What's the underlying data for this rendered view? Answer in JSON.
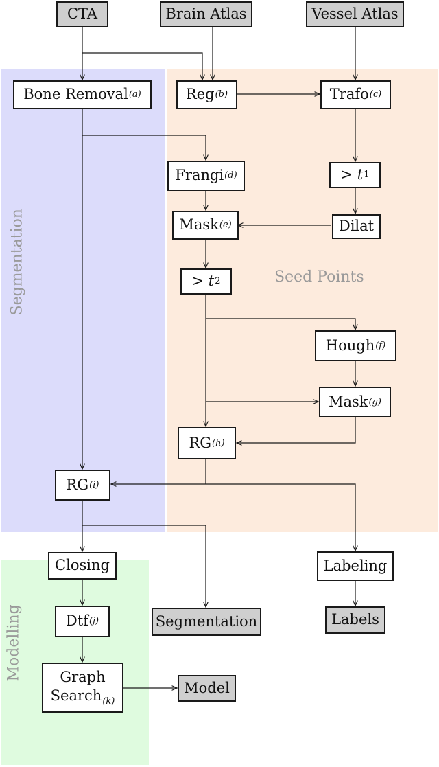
{
  "regions": {
    "segmentation": "Segmentation",
    "seed_points": "Seed Points",
    "modelling": "Modelling"
  },
  "nodes": {
    "cta": "CTA",
    "brain_atlas": "Brain Atlas",
    "vessel_atlas": "Vessel Atlas",
    "bone_removal": {
      "label": "Bone Removal",
      "sub": "(a)"
    },
    "reg": {
      "label": "Reg",
      "sub": "(b)"
    },
    "trafo": {
      "label": "Trafo",
      "sub": "(c)"
    },
    "frangi": {
      "label": "Frangi",
      "sub": "(d)"
    },
    "threshold_t1": {
      "op": ">",
      "var": "t",
      "sub": "1"
    },
    "mask_e": {
      "label": "Mask",
      "sub": "(e)"
    },
    "dilat": "Dilat",
    "threshold_t2": {
      "op": ">",
      "var": "t",
      "sub": "2"
    },
    "hough": {
      "label": "Hough",
      "sub": "(f)"
    },
    "mask_g": {
      "label": "Mask",
      "sub": "(g)"
    },
    "rg_h": {
      "label": "RG",
      "sub": "(h)"
    },
    "rg_i": {
      "label": "RG",
      "sub": "(i)"
    },
    "closing": "Closing",
    "labeling": "Labeling",
    "dtf": {
      "label": "Dtf",
      "sub": "(j)"
    },
    "segmentation_out": "Segmentation",
    "labels": "Labels",
    "graph_search": {
      "line1": "Graph",
      "line2": "Search",
      "sub": "(k)"
    },
    "model": "Model"
  },
  "colors": {
    "segmentation_bg": "#dcdcfb",
    "seed_points_bg": "#fdebdd",
    "modelling_bg": "#dffbdf",
    "io_fill": "#cfcfcf",
    "stroke": "#1a1a1a"
  }
}
